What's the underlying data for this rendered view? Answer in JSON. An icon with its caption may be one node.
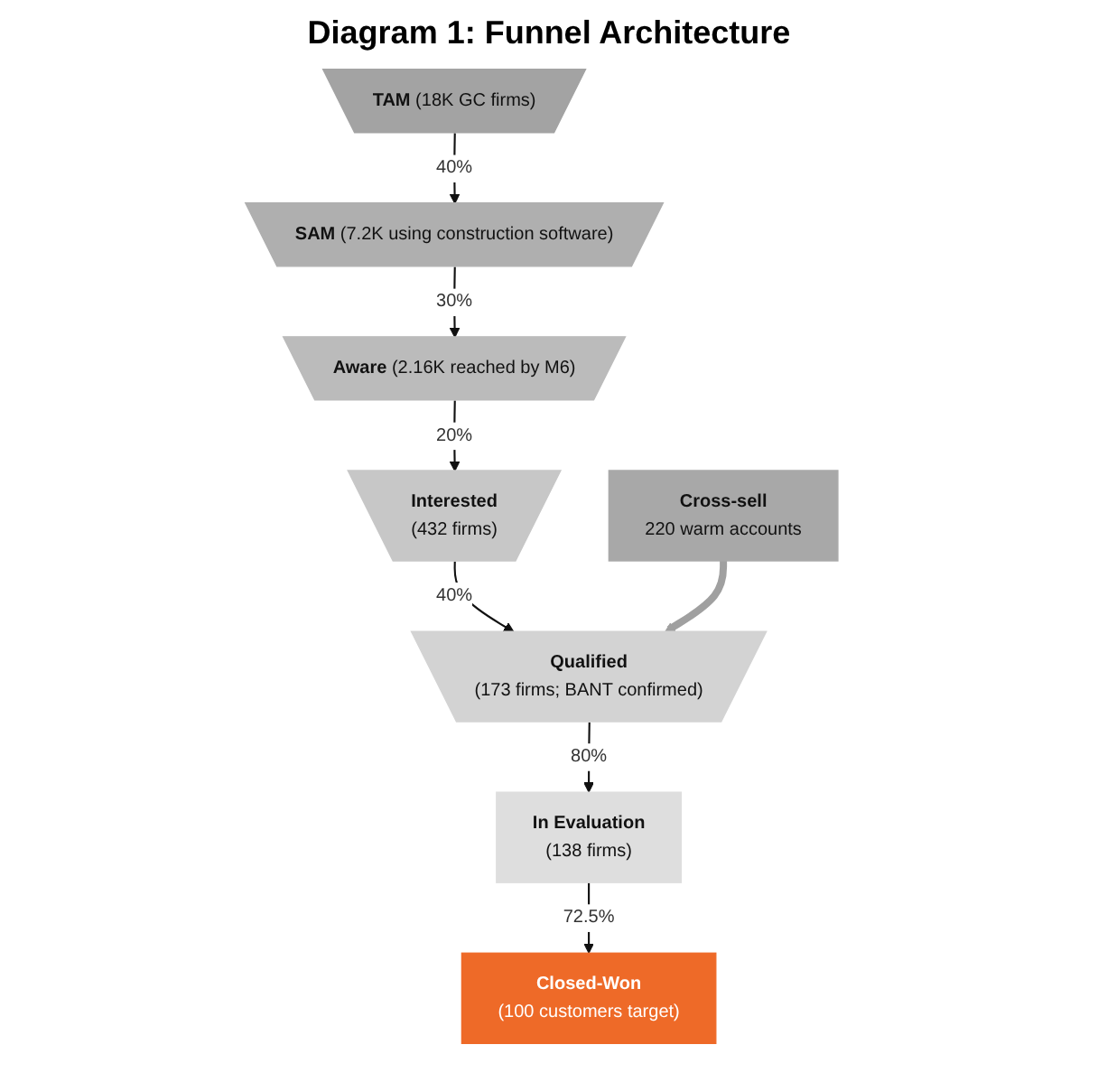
{
  "diagram": {
    "title": "Diagram 1: Funnel Architecture",
    "nodes": [
      {
        "text": [
          "**TAM** (18K GC firms)"
        ]
      },
      {
        "text": [
          "**SAM** (7.2K using construction software)"
        ]
      },
      {
        "text": [
          "**Aware** (2.16K reached by M6)"
        ]
      },
      {
        "text": [
          "Interested",
          "(432 firms)"
        ]
      },
      {
        "text": [
          "Cross-sell",
          "220 warm accounts"
        ]
      },
      {
        "text": [
          "Qualified",
          "(173 firms; BANT confirmed)"
        ]
      },
      {
        "text": [
          "In Evaluation",
          "(138 firms)"
        ]
      },
      {
        "text": [
          "Closed-Won",
          "(100 customers target)"
        ]
      }
    ],
    "edges": [
      {
        "from": 0,
        "to": 1,
        "arrow": "to",
        "label": "40%"
      },
      {
        "from": 1,
        "to": 2,
        "arrow": "to",
        "label": "30%"
      },
      {
        "from": 2,
        "to": 3,
        "arrow": "to",
        "label": "20%"
      },
      {
        "from": 3,
        "to": 5,
        "arrow": "to",
        "label": "40%"
      },
      {
        "from": 4,
        "to": 5,
        "arrow": "to",
        "style": "thick",
        "color": "#a0a0a0"
      },
      {
        "from": 5,
        "to": 6,
        "arrow": "to",
        "label": "80%"
      },
      {
        "from": 6,
        "to": 7,
        "arrow": "to",
        "label": "72.5%"
      }
    ]
  }
}
